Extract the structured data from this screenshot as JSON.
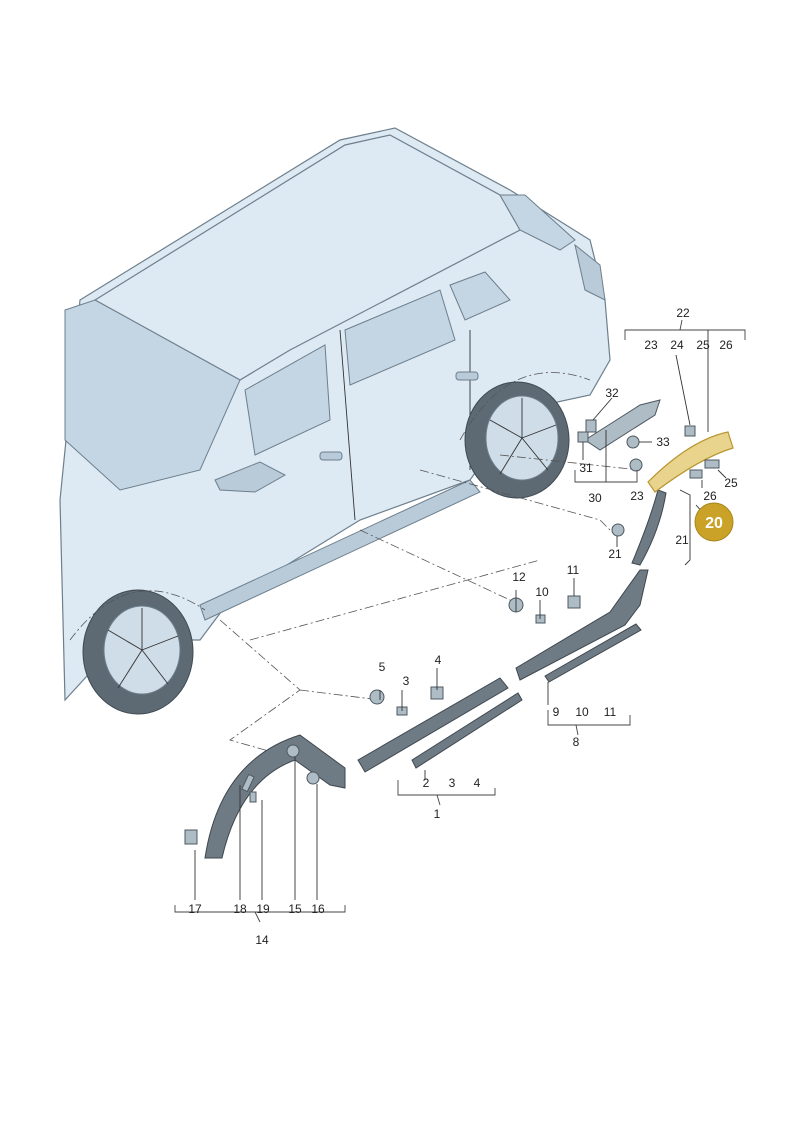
{
  "callouts": [
    {
      "id": "c1",
      "text": "1"
    },
    {
      "id": "c2",
      "text": "2"
    },
    {
      "id": "c3a",
      "text": "3"
    },
    {
      "id": "c3b",
      "text": "3"
    },
    {
      "id": "c4a",
      "text": "4"
    },
    {
      "id": "c4b",
      "text": "4"
    },
    {
      "id": "c5",
      "text": "5"
    },
    {
      "id": "c8",
      "text": "8"
    },
    {
      "id": "c9",
      "text": "9"
    },
    {
      "id": "c10a",
      "text": "10"
    },
    {
      "id": "c10b",
      "text": "10"
    },
    {
      "id": "c11a",
      "text": "11"
    },
    {
      "id": "c11b",
      "text": "11"
    },
    {
      "id": "c12",
      "text": "12"
    },
    {
      "id": "c14",
      "text": "14"
    },
    {
      "id": "c15",
      "text": "15"
    },
    {
      "id": "c16",
      "text": "16"
    },
    {
      "id": "c17",
      "text": "17"
    },
    {
      "id": "c18",
      "text": "18"
    },
    {
      "id": "c19",
      "text": "19"
    },
    {
      "id": "c21a",
      "text": "21"
    },
    {
      "id": "c21b",
      "text": "21"
    },
    {
      "id": "c22",
      "text": "22"
    },
    {
      "id": "c23a",
      "text": "23"
    },
    {
      "id": "c23b",
      "text": "23"
    },
    {
      "id": "c24",
      "text": "24"
    },
    {
      "id": "c25a",
      "text": "25"
    },
    {
      "id": "c25b",
      "text": "25"
    },
    {
      "id": "c26a",
      "text": "26"
    },
    {
      "id": "c26b",
      "text": "26"
    },
    {
      "id": "c30",
      "text": "30"
    },
    {
      "id": "c31",
      "text": "31"
    },
    {
      "id": "c32",
      "text": "32"
    },
    {
      "id": "c33",
      "text": "33"
    }
  ],
  "highlight": {
    "text": "20",
    "color": "#c9a227"
  }
}
